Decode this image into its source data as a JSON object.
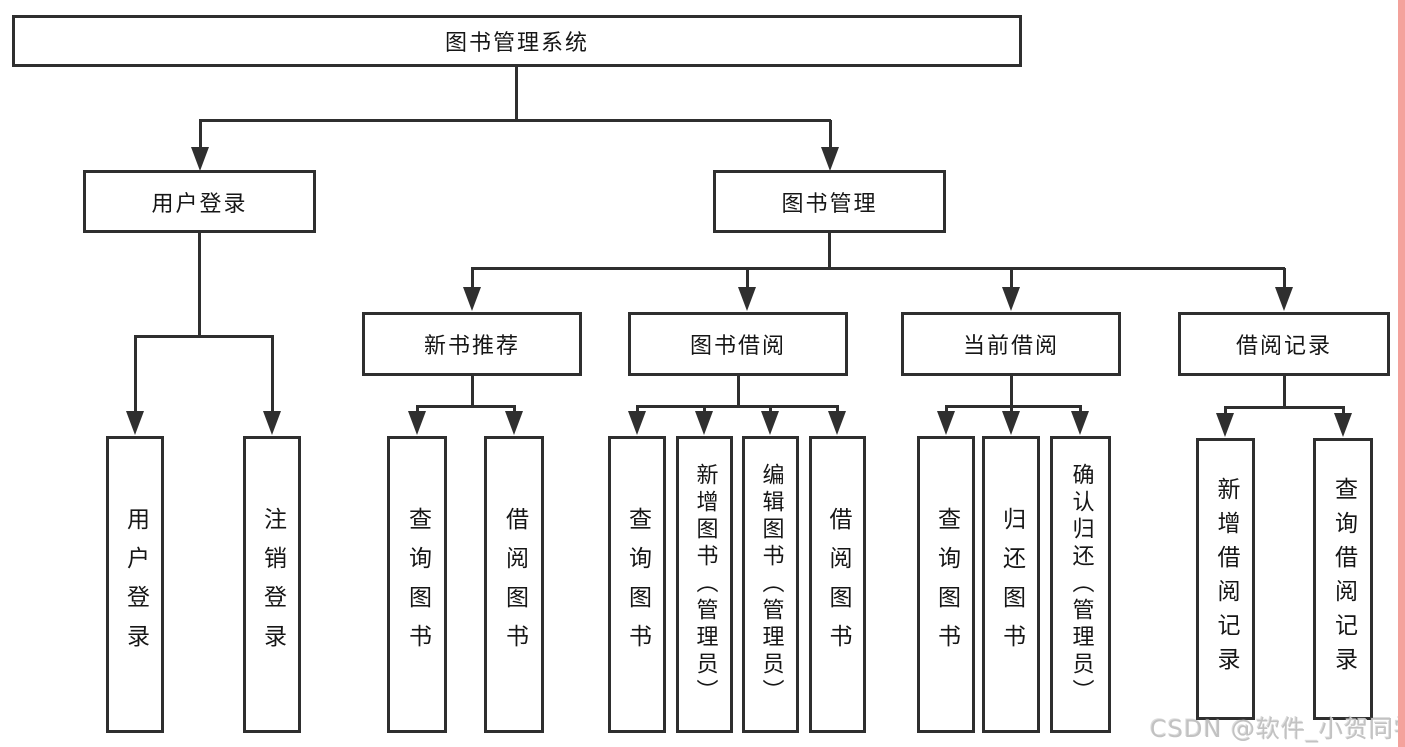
{
  "diagram": {
    "root": {
      "label": "图书管理系统"
    },
    "level2": [
      {
        "label": "用户登录"
      },
      {
        "label": "图书管理"
      }
    ],
    "level3": [
      {
        "label": "新书推荐"
      },
      {
        "label": "图书借阅"
      },
      {
        "label": "当前借阅"
      },
      {
        "label": "借阅记录"
      }
    ],
    "leaves": [
      {
        "label": "用户登录"
      },
      {
        "label": "注销登录"
      },
      {
        "label": "查询图书"
      },
      {
        "label": "借阅图书"
      },
      {
        "label": "查询图书"
      },
      {
        "label": "新增图书（管理员）"
      },
      {
        "label": "编辑图书（管理员）"
      },
      {
        "label": "借阅图书"
      },
      {
        "label": "查询图书"
      },
      {
        "label": "归还图书"
      },
      {
        "label": "确认归还（管理员）"
      },
      {
        "label": "新增借阅记录"
      },
      {
        "label": "查询借阅记录"
      }
    ]
  },
  "watermark": {
    "text": "CSDN @软件_小贺同学"
  },
  "colors": {
    "line": "#2f2f2f",
    "background": "#ffffff",
    "watermark_text": "#c2c2c2",
    "right_edge_strip": "#f4a29c"
  }
}
